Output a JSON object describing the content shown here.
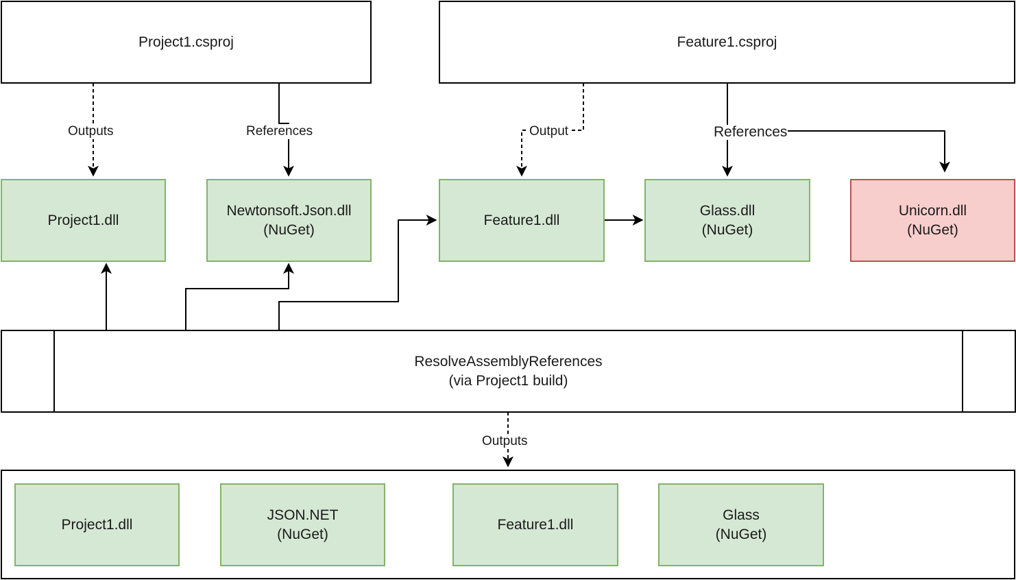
{
  "nodes": {
    "project1_csproj": "Project1.csproj",
    "feature1_csproj": "Feature1.csproj",
    "project1_dll": "Project1.dll",
    "newtonsoft_dll": {
      "line1": "Newtonsoft.Json.dll",
      "line2": "(NuGet)"
    },
    "feature1_dll": "Feature1.dll",
    "glass_dll": {
      "line1": "Glass.dll",
      "line2": "(NuGet)"
    },
    "unicorn_dll": {
      "line1": "Unicorn.dll",
      "line2": "(NuGet)"
    },
    "resolve": {
      "line1": "ResolveAssemblyReferences",
      "line2": "(via Project1 build)"
    }
  },
  "outputs": [
    {
      "line1": "Project1.dll",
      "line2": ""
    },
    {
      "line1": "JSON.NET",
      "line2": "(NuGet)"
    },
    {
      "line1": "Feature1.dll",
      "line2": ""
    },
    {
      "line1": "Glass",
      "line2": "(NuGet)"
    }
  ],
  "edge_labels": {
    "project1_outputs": "Outputs",
    "project1_references": "References",
    "feature1_output": "Output",
    "feature1_references": "References",
    "resolve_outputs": "Outputs"
  },
  "colors": {
    "green_fill": "#d5e8d4",
    "green_stroke": "#82b366",
    "red_fill": "#f8cecc",
    "red_stroke": "#b85450",
    "line": "#000000"
  }
}
